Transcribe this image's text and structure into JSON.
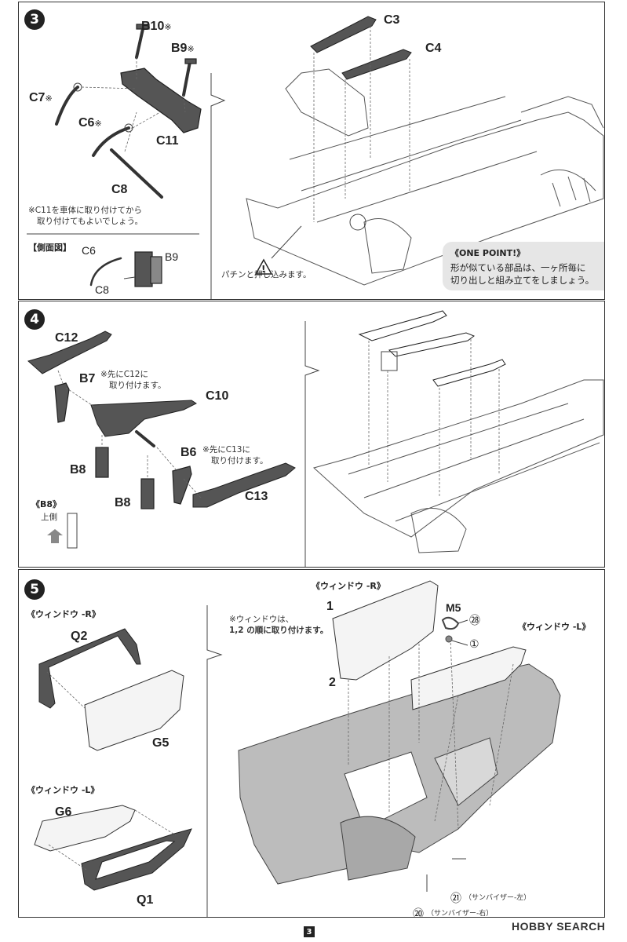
{
  "steps": {
    "step3": {
      "number": "3",
      "parts": {
        "b10": "B10",
        "b9": "B9",
        "c7": "C7",
        "c6": "C6",
        "c11": "C11",
        "c8": "C8",
        "c3": "C3",
        "c4": "C4"
      },
      "mark": "※",
      "note": {
        "line1": "※C11を車体に取り付けてから",
        "line2": "取り付けてもよいでしょう。"
      },
      "side_view": {
        "title": "【側面図】",
        "c6": "C6",
        "b9": "B9",
        "c8": "C8"
      },
      "snap_note": "パチンと押し込みます。",
      "one_point": {
        "title": "《ONE POINT!》",
        "line1": "形が似ている部品は、一ヶ所毎に",
        "line2": "切り出しと組み立てをしましょう。"
      }
    },
    "step4": {
      "number": "4",
      "parts": {
        "c12": "C12",
        "b7": "B7",
        "c10": "C10",
        "b8a": "B8",
        "b8b": "B8",
        "b6": "B6",
        "c13": "C13"
      },
      "b7_note": {
        "line1": "※先にC12に",
        "line2": "取り付けます。"
      },
      "b6_note": {
        "line1": "※先にC13に",
        "line2": "取り付けます。"
      },
      "b8_box": {
        "title": "《B8》",
        "upper": "上側"
      }
    },
    "step5": {
      "number": "5",
      "window_r": {
        "title": "《ウィンドウ -R》",
        "q2": "Q2",
        "g5": "G5"
      },
      "window_l": {
        "title": "《ウィンドウ -L》",
        "g6": "G6",
        "q1": "Q1"
      },
      "note": {
        "line1": "※ウィンドウは、",
        "line2": "1,2 の順に取り付けます。"
      },
      "main_r_title": "《ウィンドウ -R》",
      "main_l_title": "《ウィンドウ -L》",
      "order1": "1",
      "order2": "2",
      "m5": "M5",
      "num28": "㉘",
      "num1": "①",
      "num21": "㉑",
      "num20": "⑳",
      "visor_l": "（サンバイザー-左）",
      "visor_r": "（サンバイザー-右）"
    }
  },
  "page_number": "3",
  "watermark": "HOBBY SEARCH"
}
